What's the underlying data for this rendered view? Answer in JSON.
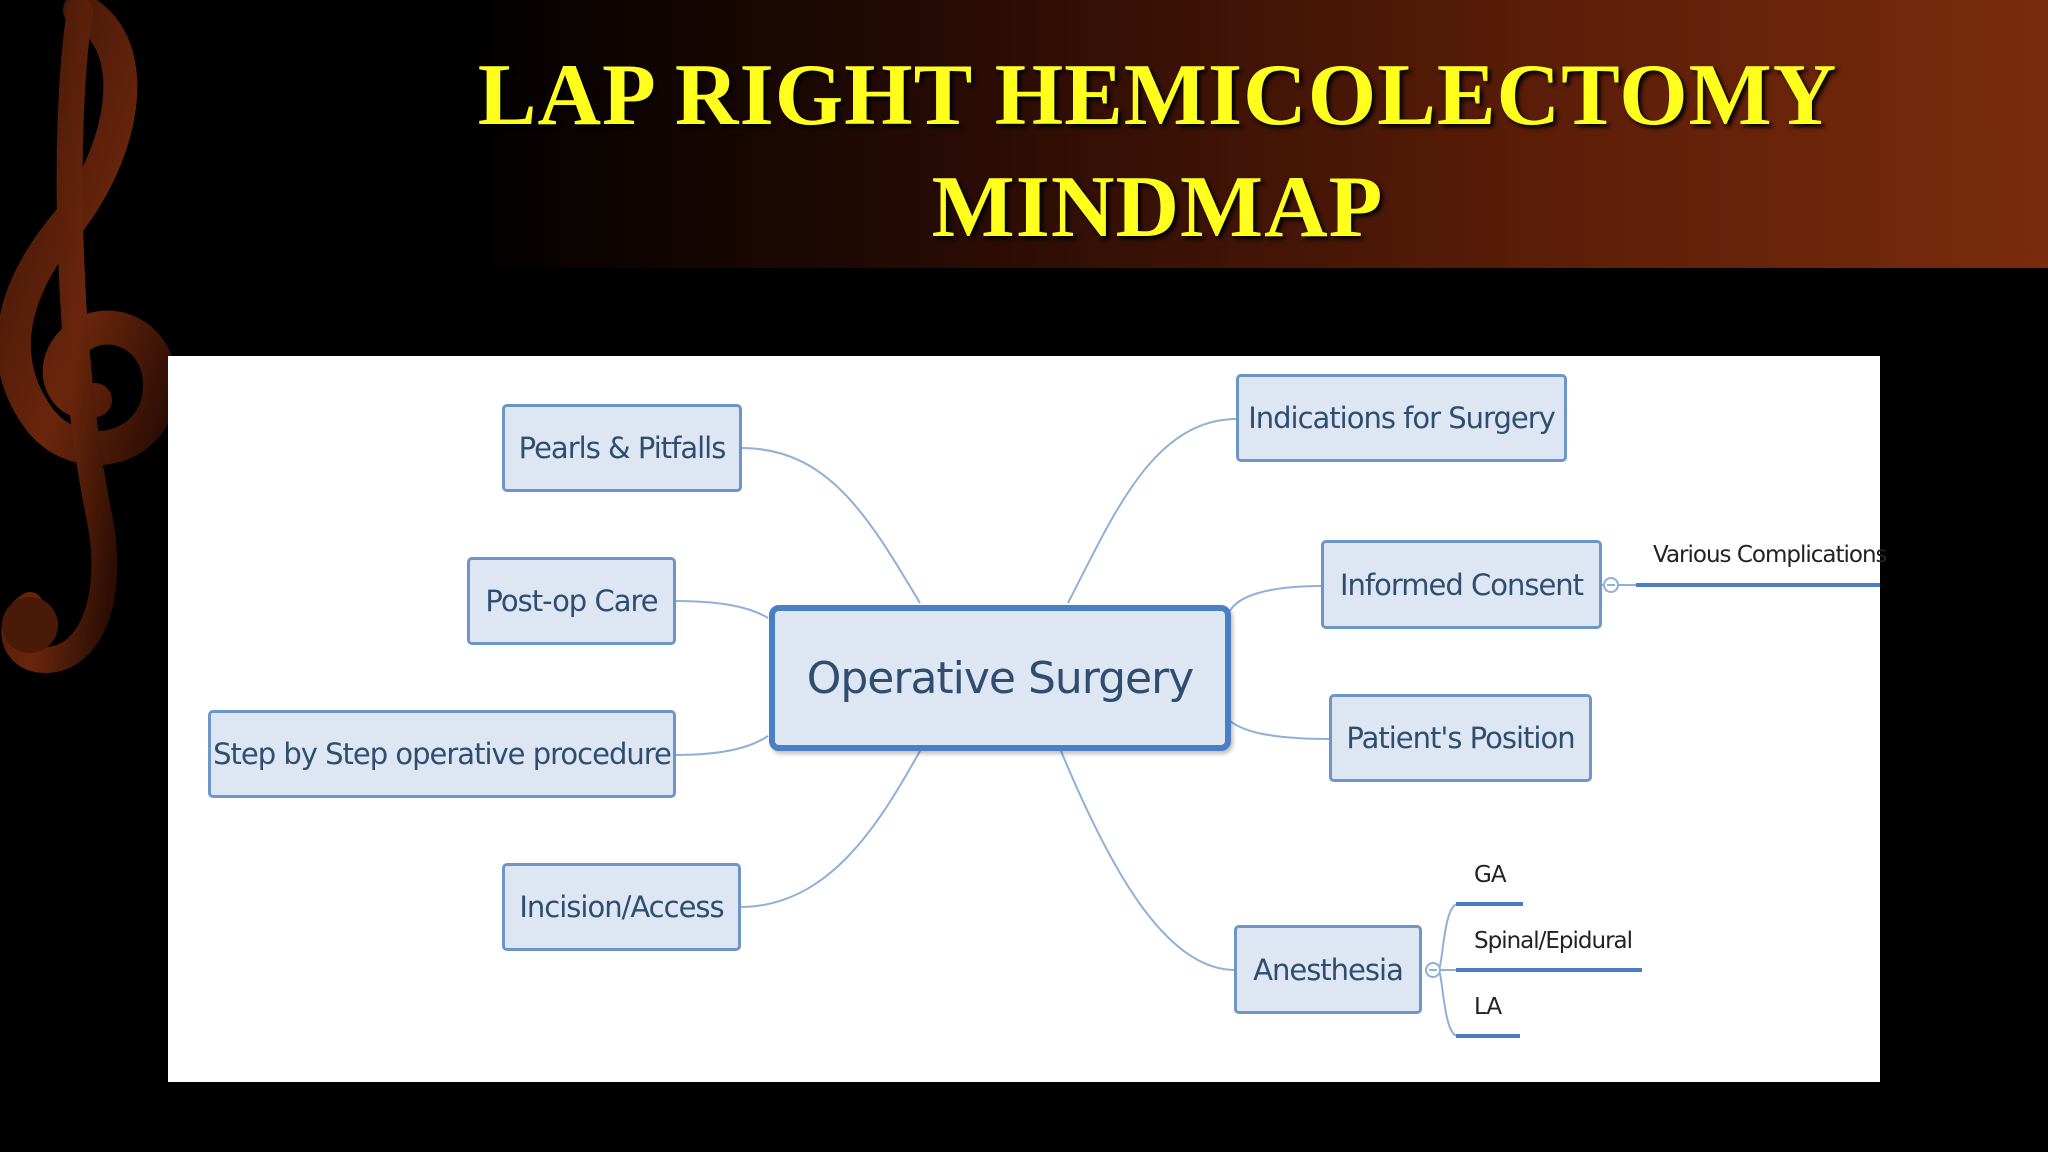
{
  "slide": {
    "title_line1": "LAP RIGHT HEMICOLECTOMY",
    "title_line2": "MINDMAP",
    "title_color": "#ffff1e",
    "header_gradient": [
      "#000000",
      "#7a2c0c"
    ],
    "decor_icon": "treble-clef-icon"
  },
  "mindmap": {
    "central": "Operative Surgery",
    "left_branches": [
      "Pearls & Pitfalls",
      "Post-op Care",
      "Step by Step operative procedure",
      "Incision/Access"
    ],
    "right_branches": [
      "Indications for Surgery",
      "Informed Consent",
      "Patient's Position",
      "Anesthesia"
    ],
    "consent_children": [
      "Various Complications"
    ],
    "anesthesia_children": [
      "GA",
      "Spinal/Epidural",
      "LA"
    ],
    "colors": {
      "node_fill": "#dde6f2",
      "node_border": "#6e95c7",
      "node_text": "#2e4d70",
      "link": "#8fb0d8",
      "leaf_line": "#4a7ec5"
    }
  }
}
